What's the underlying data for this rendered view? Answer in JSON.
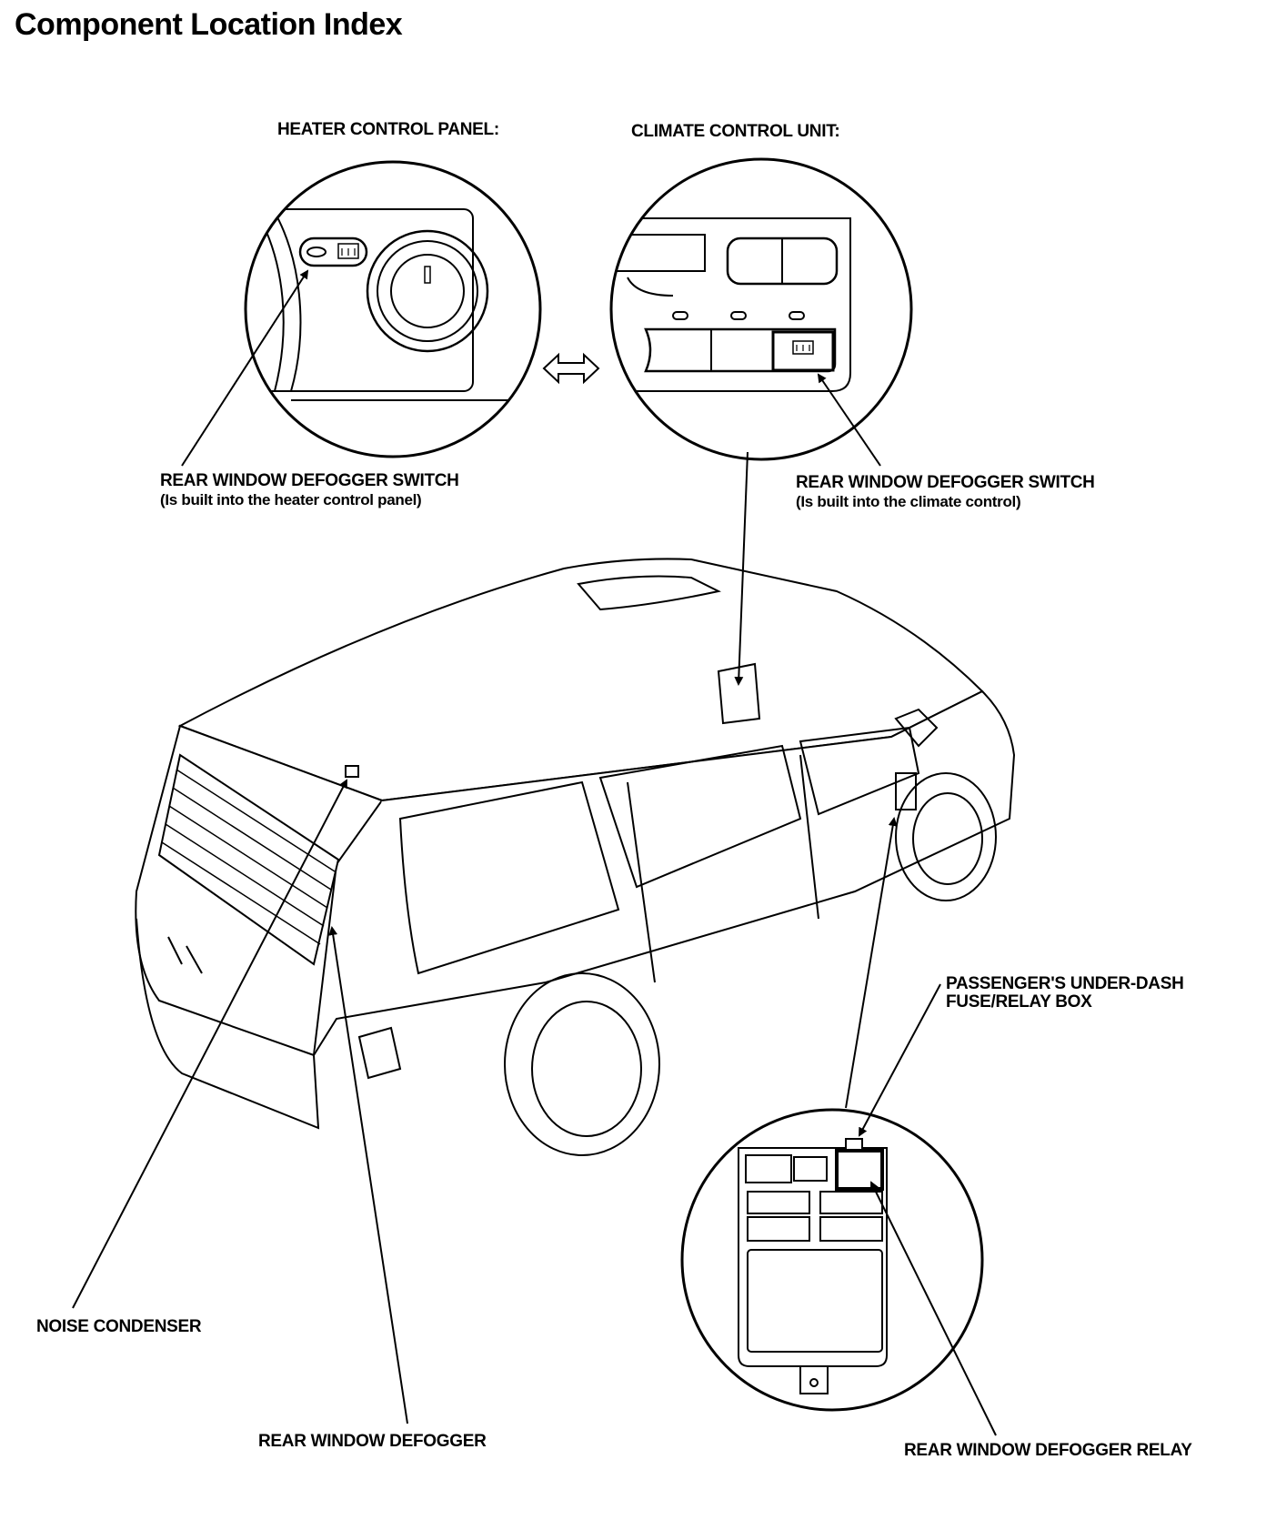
{
  "title": "Component Location Index",
  "labels": {
    "heater_panel": "HEATER CONTROL PANEL:",
    "climate_unit": "CLIMATE CONTROL UNIT:",
    "switch_heater_line1": "REAR WINDOW DEFOGGER SWITCH",
    "switch_heater_line2": "(Is built into the heater control panel)",
    "switch_climate_line1": "REAR WINDOW DEFOGGER SWITCH",
    "switch_climate_line2": "(Is built into the climate control)",
    "fuse_box_line1": "PASSENGER'S UNDER-DASH",
    "fuse_box_line2": "FUSE/RELAY BOX",
    "noise_condenser": "NOISE CONDENSER",
    "rear_defogger": "REAR WINDOW DEFOGGER",
    "defogger_relay": "REAR WINDOW DEFOGGER RELAY"
  }
}
